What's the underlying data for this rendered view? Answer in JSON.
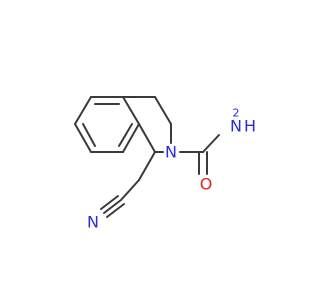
{
  "molecule": {
    "colors": {
      "bond": "#3a3a3a",
      "nitrogen": "#2b2bd9",
      "oxygen": "#e0261a",
      "carbon": "#3a3a3a"
    },
    "atoms": {
      "amide_nitrogen": {
        "symbol": "N",
        "hydrogens": "H",
        "subscript": "2"
      },
      "ring_nitrogen": {
        "symbol": "N"
      },
      "carbonyl_oxygen": {
        "symbol": "O"
      },
      "nitrile_nitrogen": {
        "symbol": "N"
      }
    }
  }
}
